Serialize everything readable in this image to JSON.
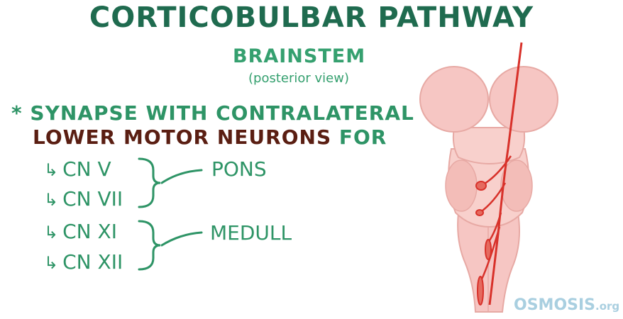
{
  "title": "CORTICOBULBAR PATHWAY",
  "subtitle": "BRAINSTEM",
  "view_note": "(posterior view)",
  "note": {
    "bullet": "*",
    "line1": "SYNAPSE WITH CONTRALATERAL",
    "highlight": "LOWER MOTOR NEURONS",
    "line2_tail": "FOR"
  },
  "nerves": [
    {
      "label": "CN V"
    },
    {
      "label": "CN VII"
    },
    {
      "label": "CN XI"
    },
    {
      "label": "CN XII"
    }
  ],
  "regions": [
    {
      "label": "PONS"
    },
    {
      "label": "MEDULL"
    }
  ],
  "logo": {
    "name": "OSMOSIS",
    "suffix": ".org"
  },
  "colors": {
    "title": "#1f6b4f",
    "text": "#2e9466",
    "highlight": "#5a1e12",
    "pathway": "#d8312a",
    "brainstem": "#f6c6c3"
  }
}
